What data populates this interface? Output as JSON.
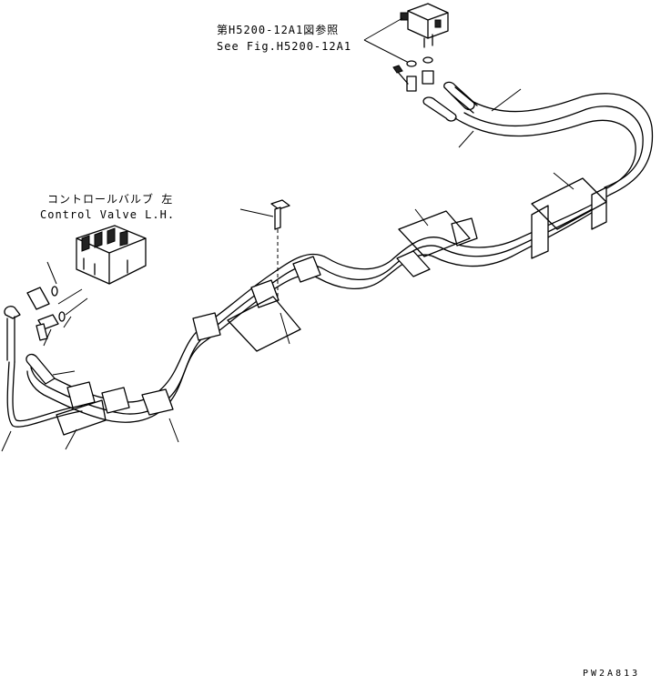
{
  "ref_note": {
    "jp": "第H5200-12A1図参照",
    "en": "See Fig.H5200-12A1"
  },
  "control_valve": {
    "jp": "コントロールバルブ 左",
    "en": "Control Valve L.H."
  },
  "drawing_code": "PW2A813"
}
